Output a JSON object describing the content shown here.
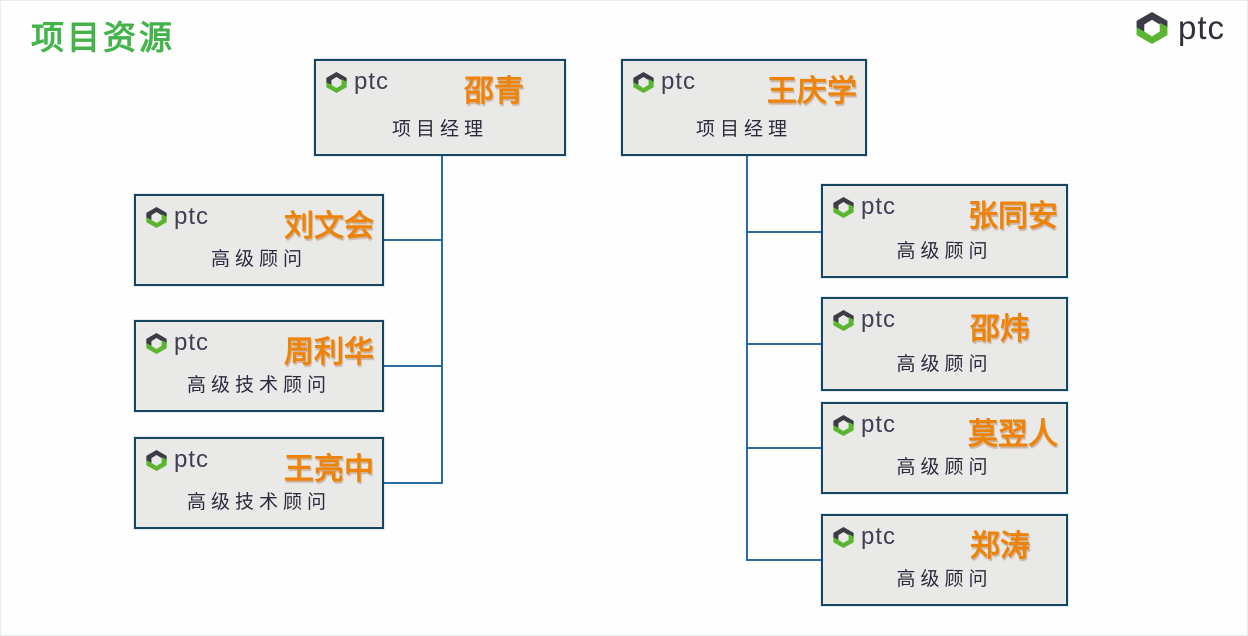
{
  "page": {
    "title": "项目资源"
  },
  "brand": {
    "logo_text": "ptc"
  },
  "org": {
    "left_tree": {
      "root": {
        "name": "邵青",
        "title": "项目经理"
      },
      "children": [
        {
          "name": "刘文会",
          "title": "高级顾问"
        },
        {
          "name": "周利华",
          "title": "高级技术顾问"
        },
        {
          "name": "王亮中",
          "title": "高级技术顾问"
        }
      ]
    },
    "right_tree": {
      "root": {
        "name": "王庆学",
        "title": "项目经理"
      },
      "children": [
        {
          "name": "张同安",
          "title": "高级顾问"
        },
        {
          "name": "邵炜",
          "title": "高级顾问"
        },
        {
          "name": "莫翌人",
          "title": "高级顾问"
        },
        {
          "name": "郑涛",
          "title": "高级顾问"
        }
      ]
    }
  },
  "colors": {
    "title_green": "#44b34c",
    "name_orange": "#ee8309",
    "box_fill": "#e9e9e7",
    "box_border": "#17465f",
    "connector_blue": "#2d6ba3",
    "logo_green": "#5cb531",
    "logo_dark": "#3c3c46"
  }
}
